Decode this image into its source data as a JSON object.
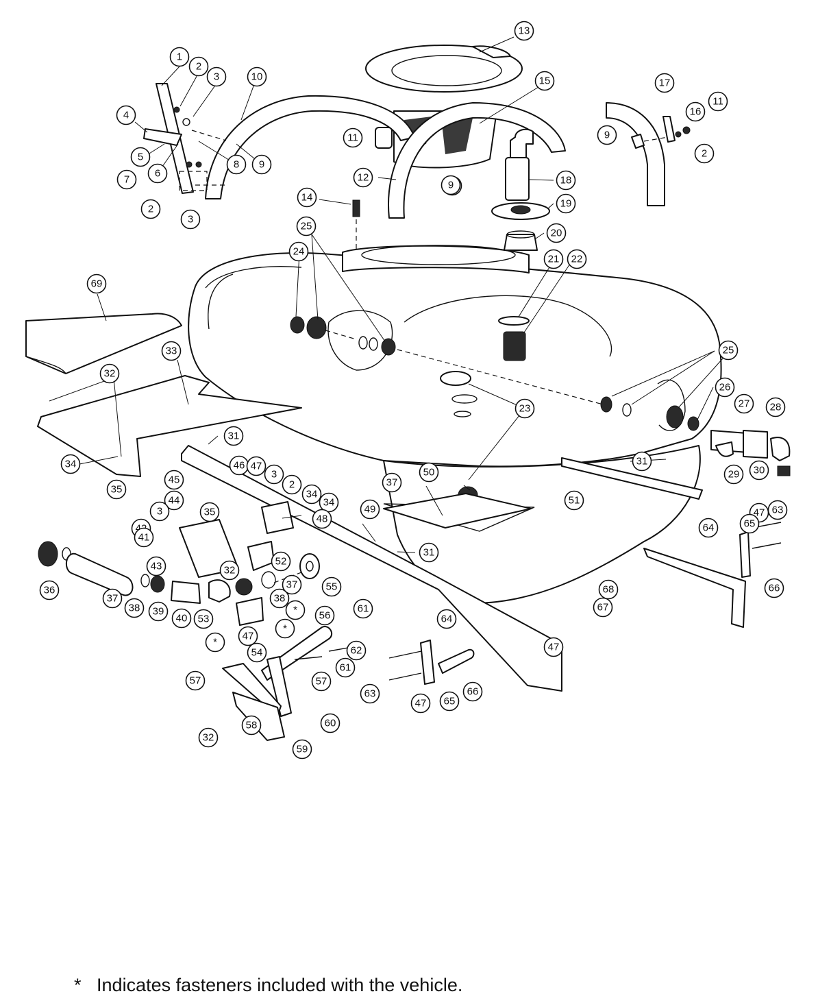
{
  "footnote": {
    "marker": "*",
    "text": "Indicates fasteners included with the vehicle."
  },
  "callouts": [
    {
      "label": "1"
    },
    {
      "label": "2"
    },
    {
      "label": "3"
    },
    {
      "label": "4"
    },
    {
      "label": "5"
    },
    {
      "label": "6"
    },
    {
      "label": "7"
    },
    {
      "label": "8"
    },
    {
      "label": "9"
    },
    {
      "label": "2"
    },
    {
      "label": "3"
    },
    {
      "label": "10"
    },
    {
      "label": "9"
    },
    {
      "label": "13"
    },
    {
      "label": "15"
    },
    {
      "label": "11"
    },
    {
      "label": "12"
    },
    {
      "label": "9"
    },
    {
      "label": "18"
    },
    {
      "label": "19"
    },
    {
      "label": "20"
    },
    {
      "label": "14"
    },
    {
      "label": "17"
    },
    {
      "label": "16"
    },
    {
      "label": "11"
    },
    {
      "label": "9"
    },
    {
      "label": "2"
    },
    {
      "label": "25"
    },
    {
      "label": "24"
    },
    {
      "label": "21"
    },
    {
      "label": "22"
    },
    {
      "label": "69"
    },
    {
      "label": "33"
    },
    {
      "label": "32"
    },
    {
      "label": "34"
    },
    {
      "label": "35"
    },
    {
      "label": "31"
    },
    {
      "label": "25"
    },
    {
      "label": "26"
    },
    {
      "label": "27"
    },
    {
      "label": "28"
    },
    {
      "label": "29"
    },
    {
      "label": "30"
    },
    {
      "label": "23"
    },
    {
      "label": "31"
    },
    {
      "label": "51"
    },
    {
      "label": "37"
    },
    {
      "label": "50"
    },
    {
      "label": "46"
    },
    {
      "label": "47"
    },
    {
      "label": "3"
    },
    {
      "label": "45"
    },
    {
      "label": "44"
    },
    {
      "label": "2"
    },
    {
      "label": "34"
    },
    {
      "label": "35"
    },
    {
      "label": "34"
    },
    {
      "label": "48"
    },
    {
      "label": "49"
    },
    {
      "label": "3"
    },
    {
      "label": "42"
    },
    {
      "label": "43"
    },
    {
      "label": "32"
    },
    {
      "label": "52"
    },
    {
      "label": "31"
    },
    {
      "label": "41"
    },
    {
      "label": "36"
    },
    {
      "label": "37"
    },
    {
      "label": "38"
    },
    {
      "label": "39"
    },
    {
      "label": "40"
    },
    {
      "label": "53"
    },
    {
      "label": "38"
    },
    {
      "label": "37"
    },
    {
      "label": "55"
    },
    {
      "label": "*"
    },
    {
      "label": "*"
    },
    {
      "label": "*"
    },
    {
      "label": "47"
    },
    {
      "label": "54"
    },
    {
      "label": "47"
    },
    {
      "label": "63"
    },
    {
      "label": "65"
    },
    {
      "label": "64"
    },
    {
      "label": "66"
    },
    {
      "label": "68"
    },
    {
      "label": "67"
    },
    {
      "label": "47"
    },
    {
      "label": "56"
    },
    {
      "label": "61"
    },
    {
      "label": "62"
    },
    {
      "label": "61"
    },
    {
      "label": "57"
    },
    {
      "label": "57"
    },
    {
      "label": "64"
    },
    {
      "label": "63"
    },
    {
      "label": "47"
    },
    {
      "label": "65"
    },
    {
      "label": "66"
    },
    {
      "label": "58"
    },
    {
      "label": "32"
    },
    {
      "label": "59"
    },
    {
      "label": "60"
    }
  ]
}
